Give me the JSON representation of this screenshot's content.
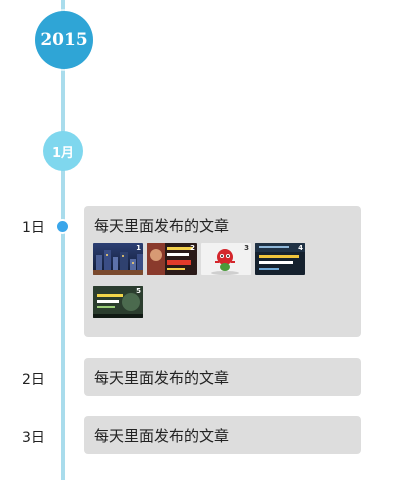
{
  "timeline": {
    "year": "2015",
    "month": "1月"
  },
  "entries": [
    {
      "day": "1日",
      "title": "每天里面发布的文章",
      "thumbnails": [
        {
          "icon": "city-night-image",
          "badge": "1"
        },
        {
          "icon": "promo-poster-image",
          "badge": "2"
        },
        {
          "icon": "red-mascot-image",
          "badge": "3"
        },
        {
          "icon": "tech-banner-image",
          "badge": "4"
        },
        {
          "icon": "green-poster-image",
          "badge": "5"
        }
      ]
    },
    {
      "day": "2日",
      "title": "每天里面发布的文章",
      "thumbnails": []
    },
    {
      "day": "3日",
      "title": "每天里面发布的文章",
      "thumbnails": []
    }
  ],
  "colors": {
    "line": "#a9dcec",
    "year_bubble": "#2fa5d6",
    "month_bubble": "#7fd7ee",
    "node_dot": "#3aa6ea",
    "card_bg": "#dddddd"
  }
}
